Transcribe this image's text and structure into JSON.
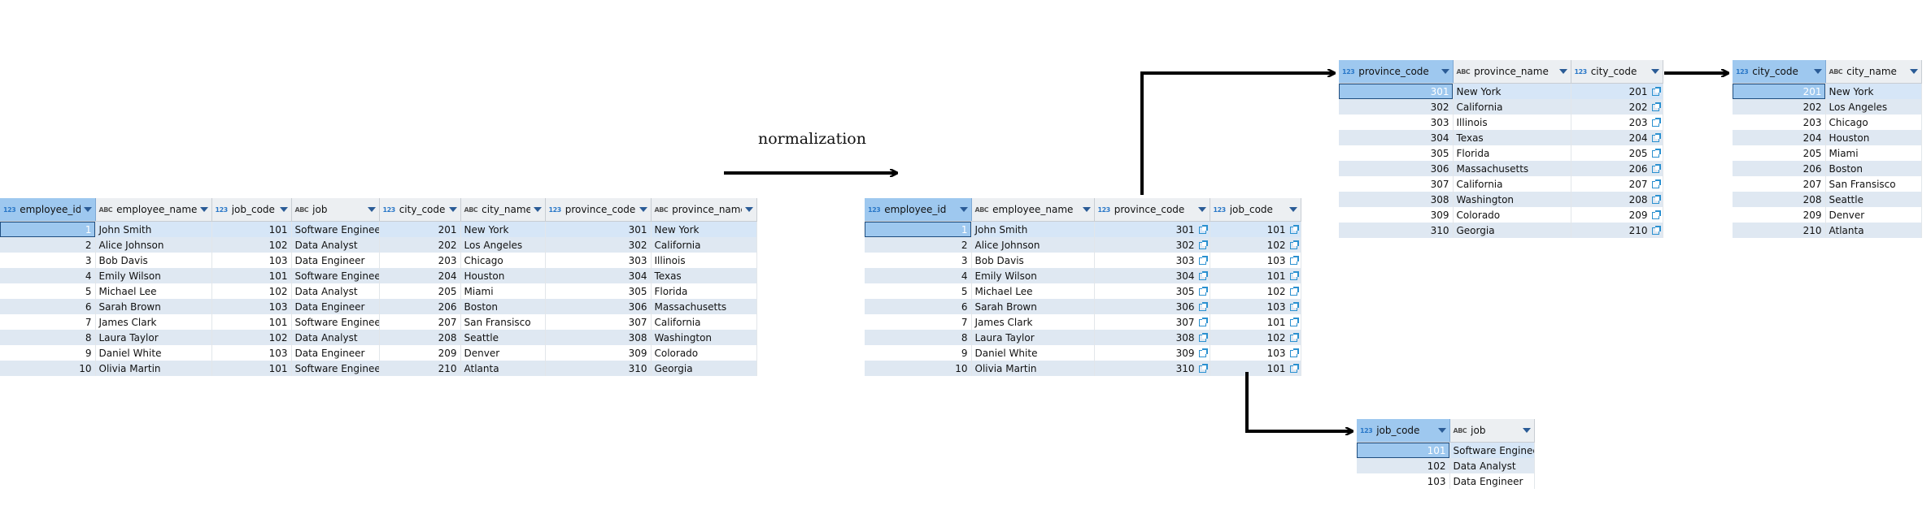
{
  "annotation": {
    "text": "normalization"
  },
  "tables": {
    "original": {
      "columns": [
        {
          "name": "employee_id",
          "type": "num"
        },
        {
          "name": "employee_name",
          "type": "txt"
        },
        {
          "name": "job_code",
          "type": "num"
        },
        {
          "name": "job",
          "type": "txt"
        },
        {
          "name": "city_code",
          "type": "num"
        },
        {
          "name": "city_name",
          "type": "txt"
        },
        {
          "name": "province_code",
          "type": "num"
        },
        {
          "name": "province_name",
          "type": "txt"
        }
      ],
      "rows": [
        [
          "1",
          "John Smith",
          "101",
          "Software Engineer",
          "201",
          "New York",
          "301",
          "New York"
        ],
        [
          "2",
          "Alice Johnson",
          "102",
          "Data Analyst",
          "202",
          "Los Angeles",
          "302",
          "California"
        ],
        [
          "3",
          "Bob Davis",
          "103",
          "Data Engineer",
          "203",
          "Chicago",
          "303",
          "Illinois"
        ],
        [
          "4",
          "Emily Wilson",
          "101",
          "Software Engineer",
          "204",
          "Houston",
          "304",
          "Texas"
        ],
        [
          "5",
          "Michael Lee",
          "102",
          "Data Analyst",
          "205",
          "Miami",
          "305",
          "Florida"
        ],
        [
          "6",
          "Sarah Brown",
          "103",
          "Data Engineer",
          "206",
          "Boston",
          "306",
          "Massachusetts"
        ],
        [
          "7",
          "James Clark",
          "101",
          "Software Engineer",
          "207",
          "San Fransisco",
          "307",
          "California"
        ],
        [
          "8",
          "Laura Taylor",
          "102",
          "Data Analyst",
          "208",
          "Seattle",
          "308",
          "Washington"
        ],
        [
          "9",
          "Daniel White",
          "103",
          "Data Engineer",
          "209",
          "Denver",
          "309",
          "Colorado"
        ],
        [
          "10",
          "Olivia Martin",
          "101",
          "Software Engineer",
          "210",
          "Atlanta",
          "310",
          "Georgia"
        ]
      ]
    },
    "employee": {
      "columns": [
        {
          "name": "employee_id",
          "type": "num"
        },
        {
          "name": "employee_name",
          "type": "txt"
        },
        {
          "name": "province_code",
          "type": "num"
        },
        {
          "name": "job_code",
          "type": "num"
        }
      ],
      "rows": [
        [
          "1",
          "John Smith",
          "301",
          "101"
        ],
        [
          "2",
          "Alice Johnson",
          "302",
          "102"
        ],
        [
          "3",
          "Bob Davis",
          "303",
          "103"
        ],
        [
          "4",
          "Emily Wilson",
          "304",
          "101"
        ],
        [
          "5",
          "Michael Lee",
          "305",
          "102"
        ],
        [
          "6",
          "Sarah Brown",
          "306",
          "103"
        ],
        [
          "7",
          "James Clark",
          "307",
          "101"
        ],
        [
          "8",
          "Laura Taylor",
          "308",
          "102"
        ],
        [
          "9",
          "Daniel White",
          "309",
          "103"
        ],
        [
          "10",
          "Olivia Martin",
          "310",
          "101"
        ]
      ]
    },
    "province": {
      "columns": [
        {
          "name": "province_code",
          "type": "num"
        },
        {
          "name": "province_name",
          "type": "txt"
        },
        {
          "name": "city_code",
          "type": "num"
        }
      ],
      "rows": [
        [
          "301",
          "New York",
          "201"
        ],
        [
          "302",
          "California",
          "202"
        ],
        [
          "303",
          "Illinois",
          "203"
        ],
        [
          "304",
          "Texas",
          "204"
        ],
        [
          "305",
          "Florida",
          "205"
        ],
        [
          "306",
          "Massachusetts",
          "206"
        ],
        [
          "307",
          "California",
          "207"
        ],
        [
          "308",
          "Washington",
          "208"
        ],
        [
          "309",
          "Colorado",
          "209"
        ],
        [
          "310",
          "Georgia",
          "210"
        ]
      ]
    },
    "city": {
      "columns": [
        {
          "name": "city_code",
          "type": "num"
        },
        {
          "name": "city_name",
          "type": "txt"
        }
      ],
      "rows": [
        [
          "201",
          "New York"
        ],
        [
          "202",
          "Los Angeles"
        ],
        [
          "203",
          "Chicago"
        ],
        [
          "204",
          "Houston"
        ],
        [
          "205",
          "Miami"
        ],
        [
          "206",
          "Boston"
        ],
        [
          "207",
          "San Fransisco"
        ],
        [
          "208",
          "Seattle"
        ],
        [
          "209",
          "Denver"
        ],
        [
          "210",
          "Atlanta"
        ]
      ]
    },
    "job": {
      "columns": [
        {
          "name": "job_code",
          "type": "num"
        },
        {
          "name": "job",
          "type": "txt"
        }
      ],
      "rows": [
        [
          "101",
          "Software Engineer"
        ],
        [
          "102",
          "Data Analyst"
        ],
        [
          "103",
          "Data Engineer"
        ]
      ]
    }
  },
  "icons": {
    "numeric_type": "123",
    "text_type": "ABC",
    "link": "external-link-icon"
  },
  "colors": {
    "header": "#eceff2",
    "selected": "#9ec8ef",
    "stripe": "#dfe8f2",
    "link": "#2a90d0"
  }
}
